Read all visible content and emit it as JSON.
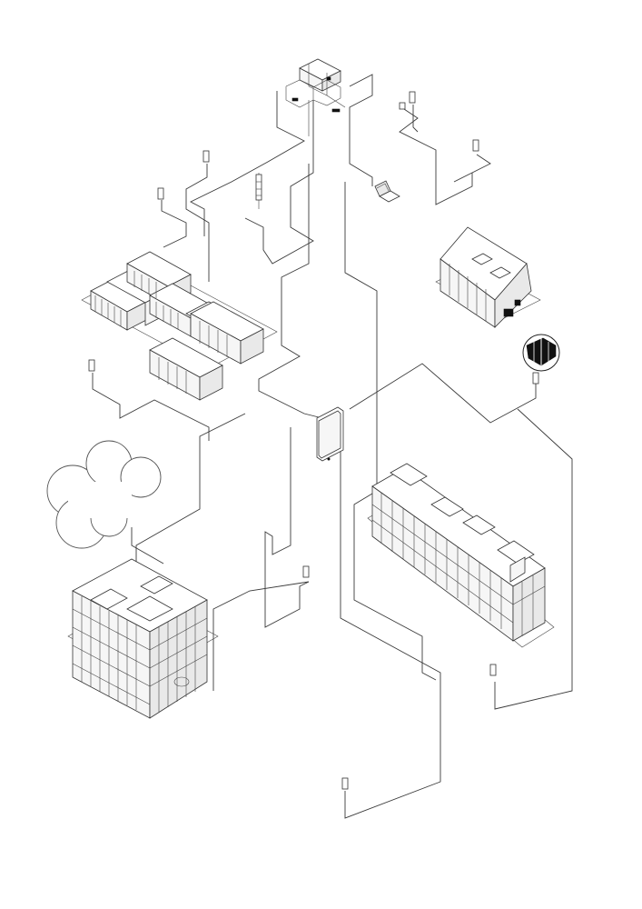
{
  "diagram": {
    "style": "isometric line drawing",
    "stroke_color": "#3a3a3a",
    "background": "#ffffff"
  },
  "nodes": [
    {
      "name": "antenna-scaffold-structure",
      "icon": "antenna-icon"
    },
    {
      "name": "smartphone",
      "icon": "smartphone-icon"
    },
    {
      "name": "laptop",
      "icon": "laptop-icon"
    },
    {
      "name": "data-center",
      "icon": "server-rack-icon"
    },
    {
      "name": "cloud",
      "icon": "cloud-icon"
    },
    {
      "name": "office-building",
      "icon": "building-icon"
    },
    {
      "name": "pitched-roof-building",
      "icon": "house-icon"
    },
    {
      "name": "long-block-building",
      "icon": "building-icon"
    },
    {
      "name": "circular-inset-detail",
      "icon": "zoom-detail-icon"
    },
    {
      "name": "small-device",
      "icon": "phone-terminal-icon"
    }
  ]
}
